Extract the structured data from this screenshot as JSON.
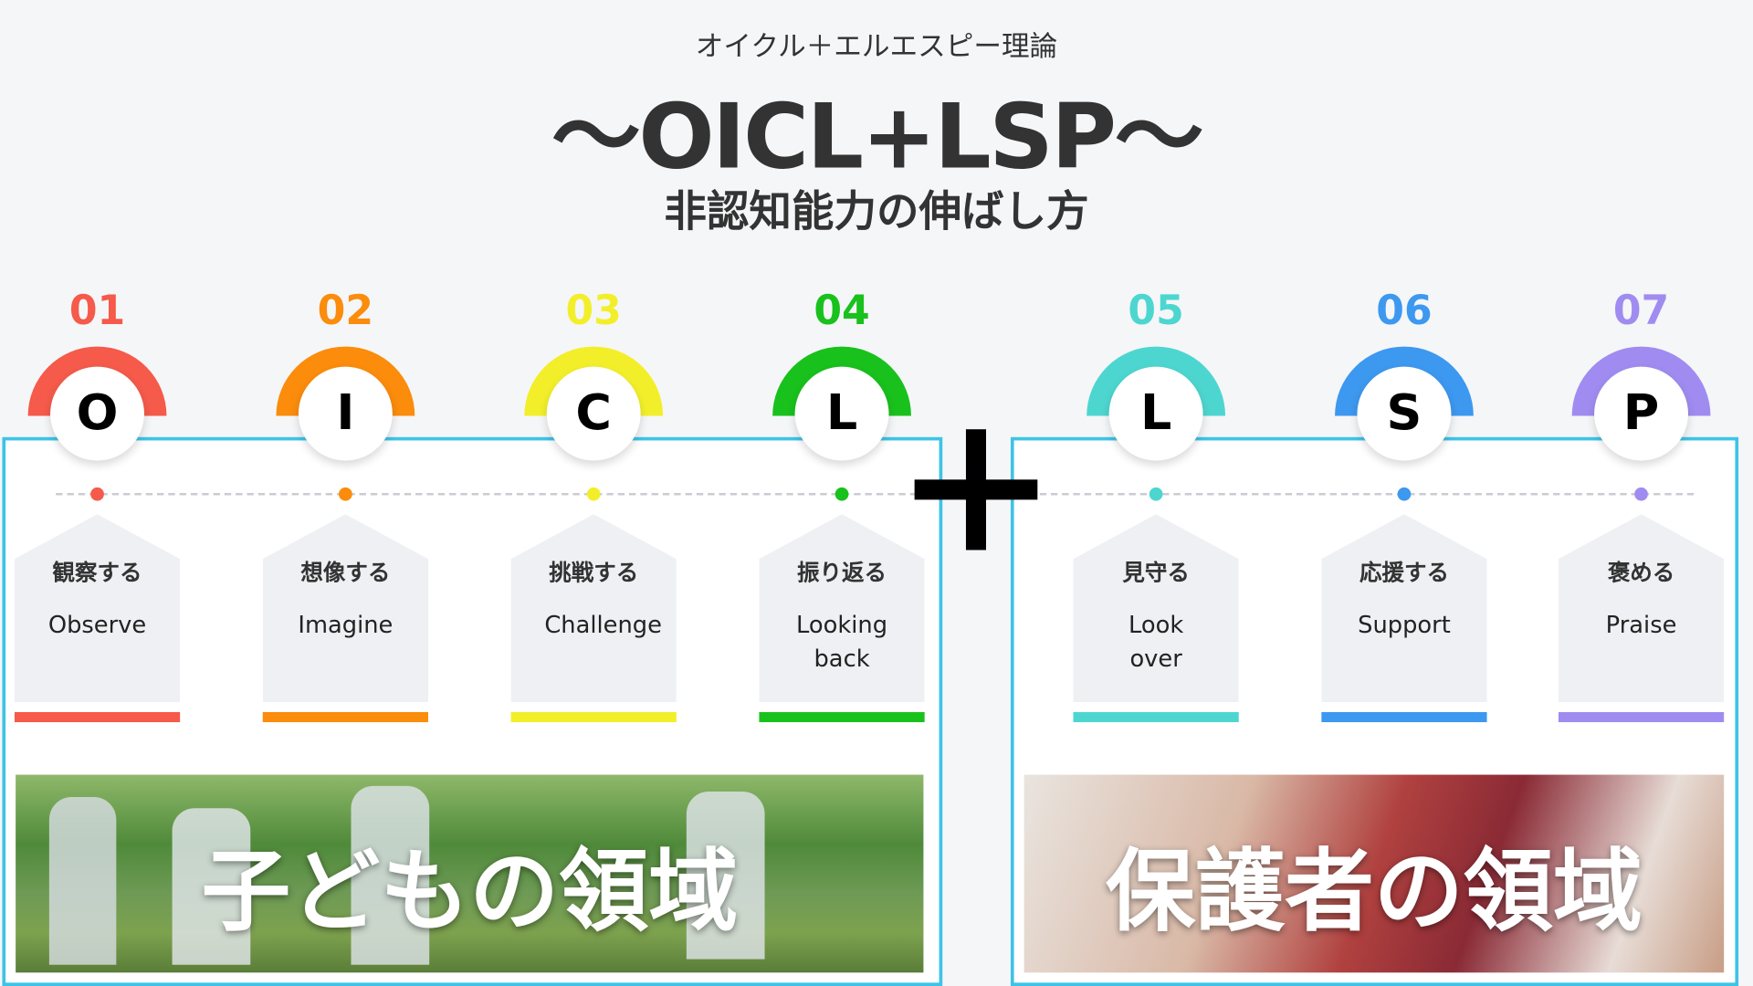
{
  "header": {
    "subtitle": "オイクル＋エルエスピー理論",
    "title": "〜OICL+LSP〜",
    "subheading": "非認知能力の伸ばし方"
  },
  "steps": [
    {
      "number": "01",
      "letter": "O",
      "jp": "観察する",
      "en": "Observe",
      "color": "#f55a4a"
    },
    {
      "number": "02",
      "letter": "I",
      "jp": "想像する",
      "en": "Imagine",
      "color": "#fb8c0c"
    },
    {
      "number": "03",
      "letter": "C",
      "jp": "挑戦する",
      "en": "Challenge",
      "color": "#f2ef2a"
    },
    {
      "number": "04",
      "letter": "L",
      "jp": "振り返る",
      "en": "Looking back",
      "color": "#19c11c"
    },
    {
      "number": "05",
      "letter": "L",
      "jp": "見守る",
      "en": "Look over",
      "color": "#4dd6cf"
    },
    {
      "number": "06",
      "letter": "S",
      "jp": "応援する",
      "en": "Support",
      "color": "#3d98f0"
    },
    {
      "number": "07",
      "letter": "P",
      "jp": "褒める",
      "en": "Praise",
      "color": "#a08cf0"
    }
  ],
  "areas": {
    "children": "子どもの領域",
    "guardians": "保護者の領域"
  },
  "border_color": "#3ec3e6"
}
